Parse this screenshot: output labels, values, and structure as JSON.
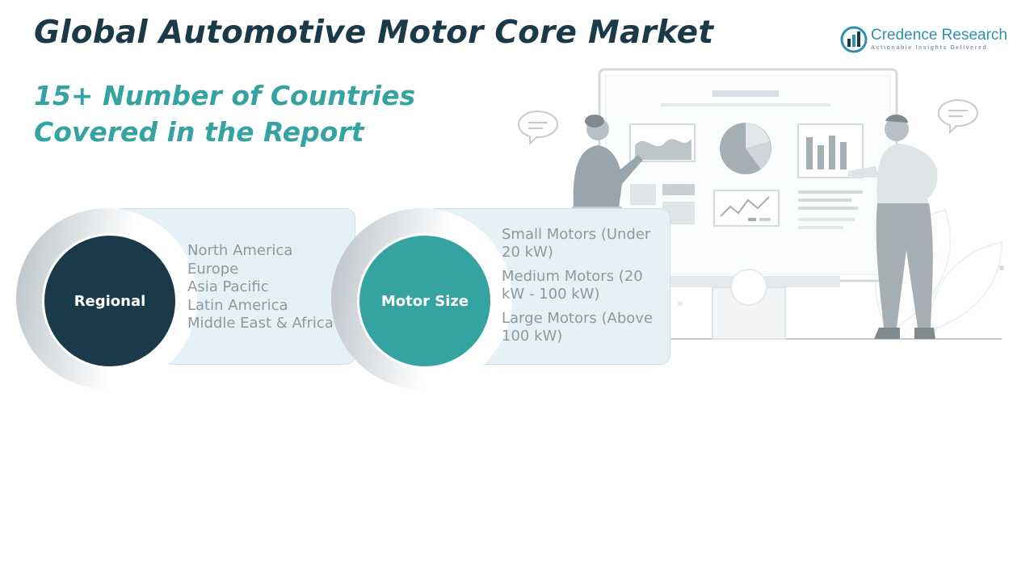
{
  "header": {
    "title": "Global Automotive Motor Core Market",
    "subtitle_line1": "15+ Number of Countries",
    "subtitle_line2": "Covered in the Report"
  },
  "logo": {
    "name": "Credence Research",
    "tagline": "Actionable Insights Delivered"
  },
  "segments": [
    {
      "label": "Regional",
      "circle_color": "#1b3a49",
      "items": [
        "North America",
        "Europe",
        "Asia Pacific",
        "Latin America",
        "Middle East & Africa"
      ]
    },
    {
      "label": "Motor Size",
      "circle_color": "#35a3a1",
      "items": [
        "Small Motors (Under 20 kW)",
        "Medium Motors (20 kW - 100 kW)",
        "Large Motors (Above 100 kW)"
      ]
    }
  ],
  "colors": {
    "title": "#1b3a49",
    "accent_teal": "#35a3a1",
    "card_bg": "#e4f1f7",
    "item_text": "#8e999e",
    "illustration_gray": "#9aa5ab"
  },
  "icons": [
    "credence-logo-icon",
    "presentation-illustration",
    "chat-bubble-icon",
    "pie-chart-icon",
    "bar-chart-icon",
    "line-chart-icon"
  ]
}
